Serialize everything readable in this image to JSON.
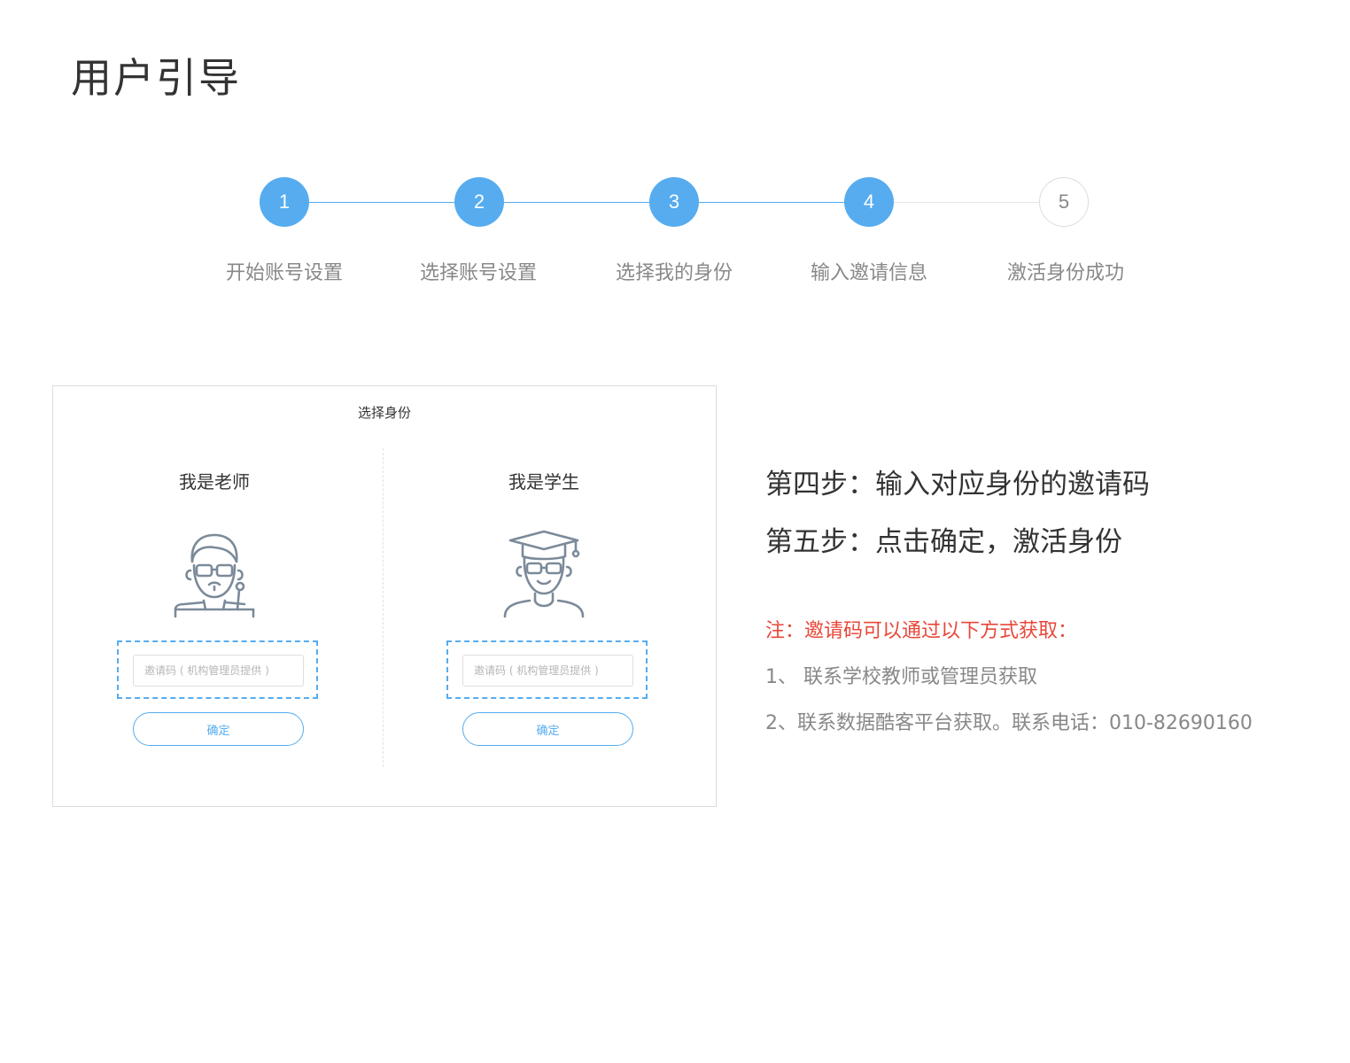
{
  "page": {
    "title": "用户引导"
  },
  "stepper": {
    "steps": [
      {
        "number": "1",
        "label": "开始账号设置",
        "status": "done"
      },
      {
        "number": "2",
        "label": "选择账号设置",
        "status": "done"
      },
      {
        "number": "3",
        "label": "选择我的身份",
        "status": "done"
      },
      {
        "number": "4",
        "label": "输入邀请信息",
        "status": "done"
      },
      {
        "number": "5",
        "label": "激活身份成功",
        "status": "todo"
      }
    ]
  },
  "panel": {
    "title": "选择身份",
    "teacher": {
      "title": "我是老师",
      "avatar_icon": "teacher-avatar-icon",
      "invite_placeholder": "邀请码 ( 机构管理员提供 )",
      "confirm_label": "确定"
    },
    "student": {
      "title": "我是学生",
      "avatar_icon": "student-avatar-icon",
      "invite_placeholder": "邀请码 ( 机构管理员提供 )",
      "confirm_label": "确定"
    }
  },
  "instructions": {
    "step4": "第四步：输入对应身份的邀请码",
    "step5": "第五步：点击确定，激活身份",
    "note": "注：邀请码可以通过以下方式获取：",
    "items": [
      "1、 联系学校教师或管理员获取",
      "2、联系数据酷客平台获取。联系电话：010-82690160"
    ]
  },
  "colors": {
    "accent": "#56acef",
    "note_red": "#e8473a",
    "muted_text": "#888888",
    "icon_stroke": "#7b8a99"
  }
}
